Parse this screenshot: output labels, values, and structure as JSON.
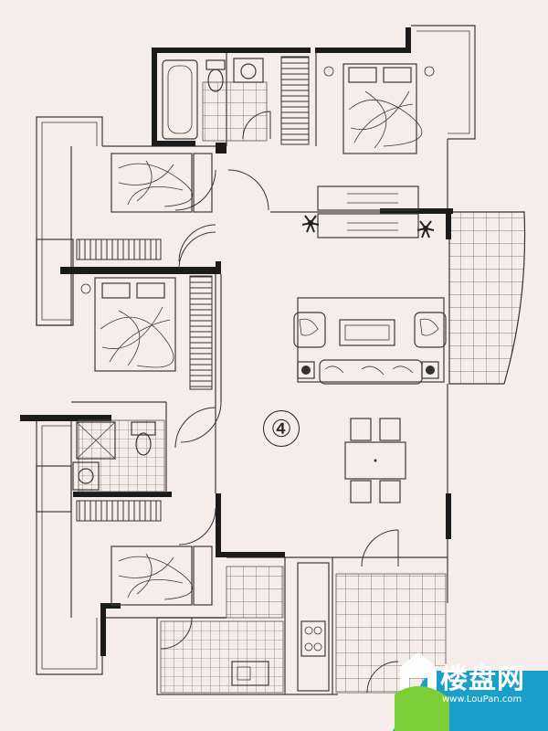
{
  "plan": {
    "unit_label": "④"
  },
  "watermark": {
    "brand": "楼盘网",
    "url": "www.LouPan.com",
    "colors": {
      "primary": "#1aa0c8",
      "secondary": "#7dcf3a"
    }
  },
  "colors": {
    "background": "#f5ede9",
    "wall": "#1b1b1b",
    "line": "#3a3a3a"
  },
  "icons": [
    "bed-icon",
    "sofa-icon",
    "dining-table-icon",
    "plant-icon",
    "toilet-icon",
    "bathtub-icon",
    "sink-icon",
    "stove-icon",
    "shower-icon",
    "house-logo-icon"
  ]
}
